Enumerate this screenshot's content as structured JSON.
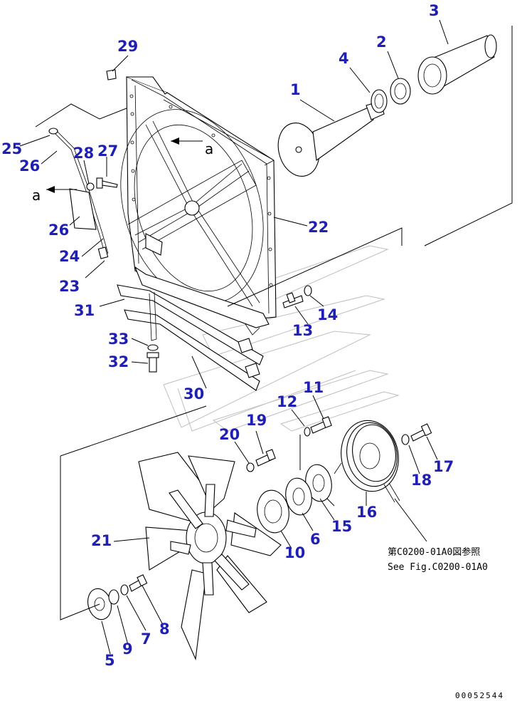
{
  "callouts": [
    "1",
    "2",
    "3",
    "4",
    "5",
    "6",
    "7",
    "8",
    "9",
    "10",
    "11",
    "12",
    "13",
    "14",
    "15",
    "16",
    "17",
    "18",
    "19",
    "20",
    "21",
    "22",
    "23",
    "24",
    "25",
    "26",
    "26",
    "27",
    "28",
    "29",
    "30",
    "31",
    "32",
    "33"
  ],
  "view_letter": "a",
  "reference_note": {
    "ja": "第C0200-01A0図参照",
    "en": "See Fig.C0200-01A0"
  },
  "document_id": "00052544",
  "colors": {
    "callout_text": "#1f1fb4",
    "line_art": "#000000",
    "ghost_outline": "#bfbfbf",
    "background": "#ffffff"
  }
}
